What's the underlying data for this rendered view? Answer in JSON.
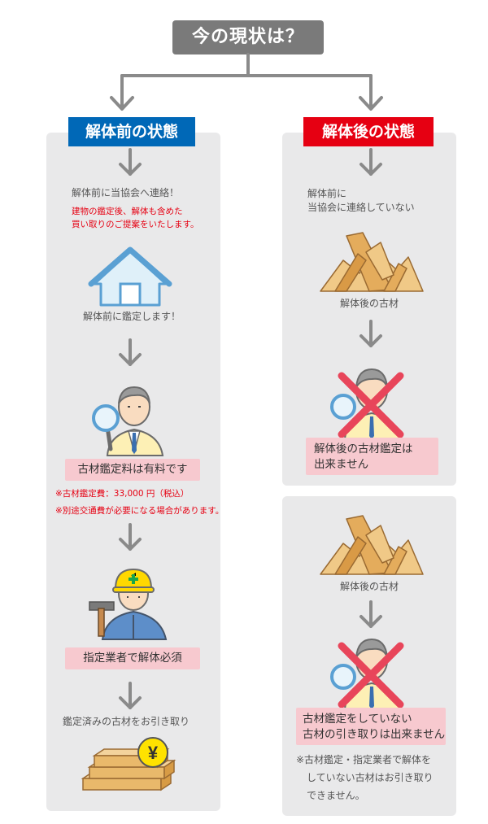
{
  "title": "今の現状は？",
  "colors": {
    "left_header": "#0068b7",
    "right_header": "#e60012",
    "panel": "#e9e9ea",
    "highlight": "#f7c9cf",
    "note_red": "#e60012"
  },
  "left": {
    "header": "解体前の状態",
    "step1_text": "解体前に当協会へ連絡！",
    "step1_note_line1": "建物の鑑定後、解体も含めた",
    "step1_note_line2": "買い取りのご提案をいたします。",
    "house_caption": "解体前に鑑定します！",
    "fee_box": "古材鑑定料は有料です",
    "fee_note1": "※古材鑑定費：33,000 円（税込）",
    "fee_note2": "※別途交通費が必要になる場合があります。",
    "demolition_box": "指定業者で解体必須",
    "pickup_text": "鑑定済みの古材をお引き取り",
    "yen_symbol": "¥",
    "icons": [
      "arrow-down-icon",
      "house-icon",
      "appraiser-magnifier-icon",
      "worker-hammer-icon",
      "lumber-yen-icon"
    ]
  },
  "right": {
    "header": "解体後の状態",
    "top": {
      "text_line1": "解体前に",
      "text_line2": "当協会に連絡していない",
      "wood_caption": "解体後の古材",
      "box_line1": "解体後の古材鑑定は",
      "box_line2": "出来ません"
    },
    "bottom": {
      "wood_caption": "解体後の古材",
      "box_line1": "古材鑑定をしていない",
      "box_line2": "古材の引き取りは出来ません",
      "note_line1": "※古材鑑定・指定業者で解体を",
      "note_line2": "していない古材はお引き取り",
      "note_line3": "できません。"
    },
    "icons": [
      "wood-pile-icon",
      "appraiser-crossed-icon"
    ]
  }
}
